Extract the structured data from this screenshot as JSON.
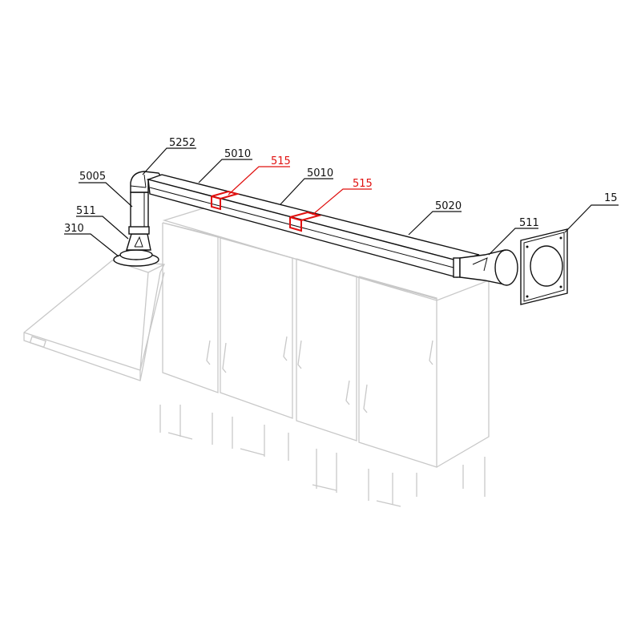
{
  "title": "Duct installation diagram",
  "colors": {
    "part_label": "#111111",
    "highlight": "#e0100f",
    "furniture": "#c8c8c8"
  },
  "labels": {
    "elbow": "5252",
    "duct_1": "5010",
    "connector_1": "515",
    "duct_2": "5010",
    "connector_2": "515",
    "duct_3": "5020",
    "adapter_right": "511",
    "wall_plate": "15",
    "vertical_duct": "5005",
    "adapter_left": "511",
    "hood_collar": "310"
  }
}
